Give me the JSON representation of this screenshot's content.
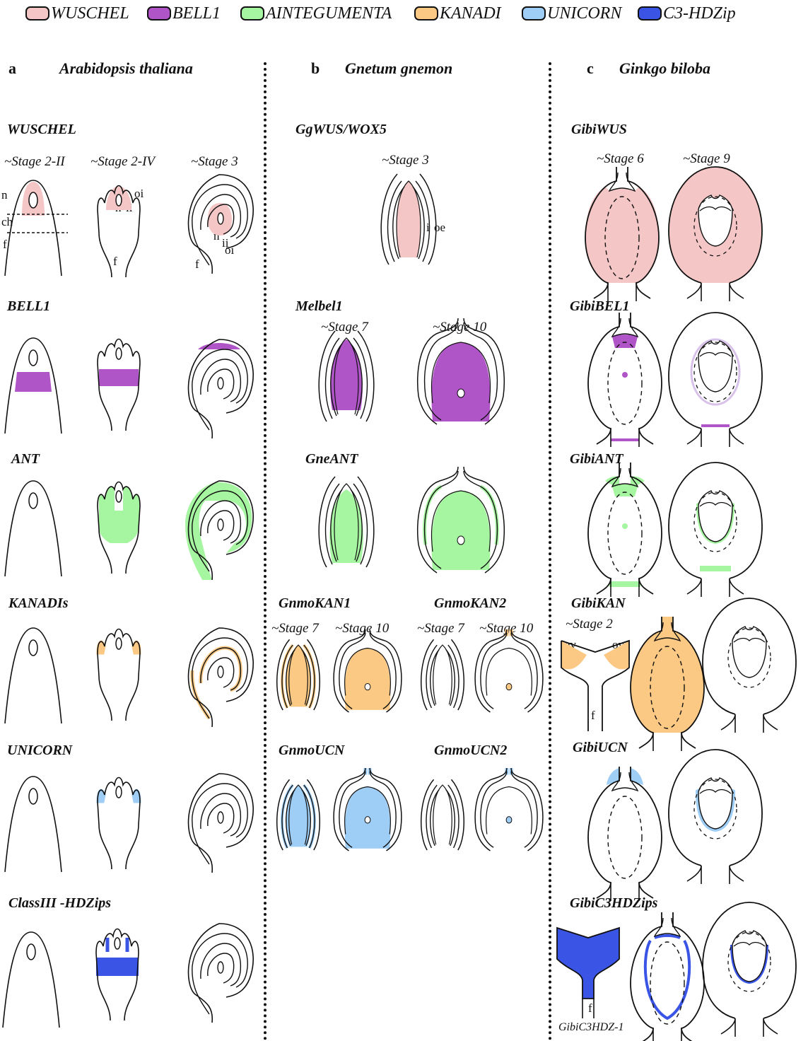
{
  "legend": [
    {
      "label": "WUSCHEL",
      "color": "#f5c6c6"
    },
    {
      "label": "BELL1",
      "color": "#b055c8"
    },
    {
      "label": "AINTEGUMENTA",
      "color": "#a6f5a0"
    },
    {
      "label": "KANADI",
      "color": "#fbc983"
    },
    {
      "label": "UNICORN",
      "color": "#9ecdf5"
    },
    {
      "label": "C3-HDZip",
      "color": "#3a55e6"
    }
  ],
  "panels": {
    "a": {
      "letter": "a",
      "species": "Arabidopsis thaliana",
      "genes": [
        "WUSCHEL",
        "BELL1",
        "ANT",
        "KANADIs",
        "UNICORN",
        "ClassIII -HDZips"
      ],
      "stages": [
        "~Stage 2-II",
        "~Stage 2-IV",
        "~Stage 3"
      ]
    },
    "b": {
      "letter": "b",
      "species": "Gnetum gnemon",
      "genes": [
        "GgWUS/WOX5",
        "Melbel1",
        "GneANT",
        "GnmoKAN1",
        "GnmoKAN2",
        "GnmoUCN",
        "GnmoUCN2"
      ],
      "stages": {
        "wus": "~Stage 3",
        "s7": "~Stage 7",
        "s10": "~Stage 10"
      }
    },
    "c": {
      "letter": "c",
      "species": "Ginkgo biloba",
      "genes": [
        "GibiWUS",
        "GibiBEL1",
        "GibiANT",
        "GibiKAN",
        "GibiUCN",
        "GibiC3HDZips"
      ],
      "stages": {
        "s6": "~Stage 6",
        "s9": "~Stage 9",
        "s2": "~Stage 2"
      },
      "footnote": "GibiC3HDZ-1"
    }
  },
  "annotations": {
    "n": "n",
    "ch": "ch",
    "f": "f",
    "oi": "oi",
    "ii": "ii",
    "i": "i",
    "oe": "oe",
    "ov": "ov"
  }
}
